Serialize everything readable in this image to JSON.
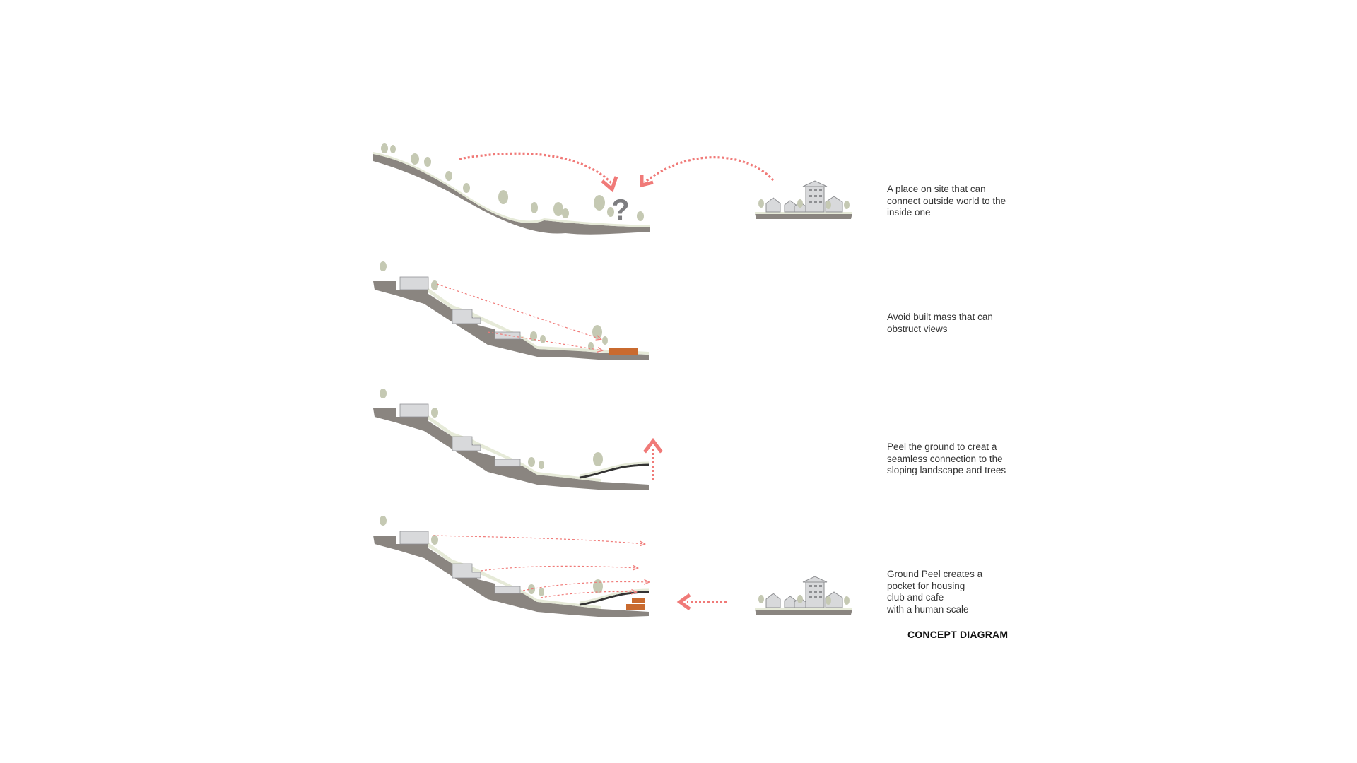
{
  "colors": {
    "ground": "#8a8580",
    "ground_dark": "#6e6a66",
    "grass": "#e6ead8",
    "tree": "#c5c9b3",
    "trunk": "#8f947f",
    "building": "#d8d9db",
    "building_line": "#8e8f92",
    "arrow": "#f07a78",
    "cafe": "#c96a2f"
  },
  "question_mark": "?",
  "steps": [
    {
      "lines": [
        "A place on site that can",
        "connect outside world to the",
        "inside one"
      ]
    },
    {
      "lines": [
        "Avoid built mass that can",
        "obstruct views"
      ]
    },
    {
      "lines": [
        "Peel the ground to creat a",
        "seamless connection to the",
        "sloping landscape and trees"
      ]
    },
    {
      "lines": [
        "Ground Peel creates a",
        "pocket for housing",
        "club and cafe",
        "with a human scale"
      ]
    }
  ],
  "title": "CONCEPT DIAGRAM"
}
